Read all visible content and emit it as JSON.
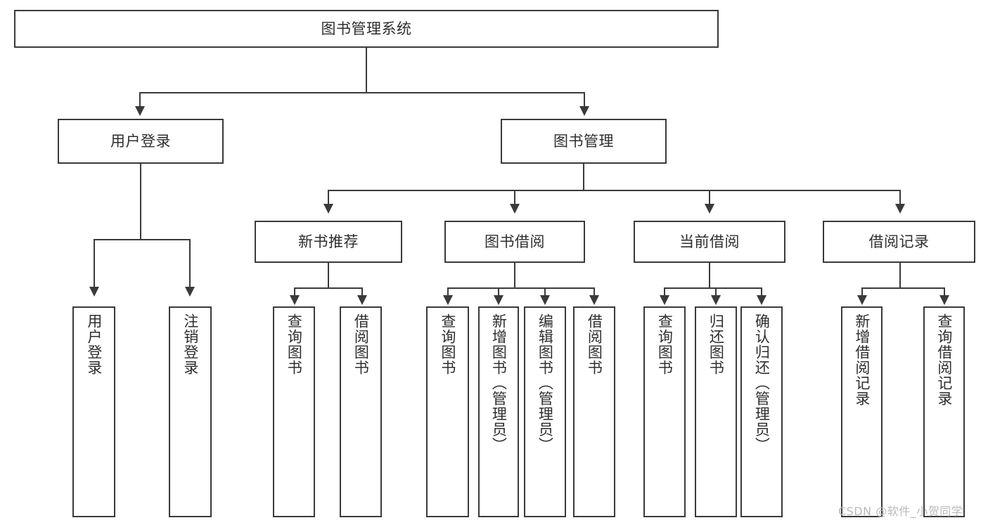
{
  "diagram": {
    "title": "图书管理系统",
    "type": "tree-hierarchy",
    "root": {
      "label": "图书管理系统"
    },
    "level2": [
      {
        "label": "用户登录"
      },
      {
        "label": "图书管理"
      }
    ],
    "level3": [
      {
        "label": "新书推荐"
      },
      {
        "label": "图书借阅"
      },
      {
        "label": "当前借阅"
      },
      {
        "label": "借阅记录"
      }
    ],
    "leaves": {
      "user_login": [
        {
          "label": "用户登录"
        },
        {
          "label": "注销登录"
        }
      ],
      "new_book_recommend": [
        {
          "label": "查询图书"
        },
        {
          "label": "借阅图书"
        }
      ],
      "book_borrow": [
        {
          "label": "查询图书"
        },
        {
          "label": "新增图书（管理员）"
        },
        {
          "label": "编辑图书（管理员）"
        },
        {
          "label": "借阅图书"
        }
      ],
      "current_borrow": [
        {
          "label": "查询图书"
        },
        {
          "label": "归还图书"
        },
        {
          "label": "确认归还（管理员）"
        }
      ],
      "borrow_record": [
        {
          "label": "新增借阅记录"
        },
        {
          "label": "查询借阅记录"
        }
      ]
    }
  },
  "watermark": {
    "text": "CSDN @软件_小贺同学"
  },
  "colors": {
    "stroke": "#3a3a3a",
    "text": "#2e2e2e",
    "background": "#ffffff",
    "watermark": "#b9b9b9"
  }
}
